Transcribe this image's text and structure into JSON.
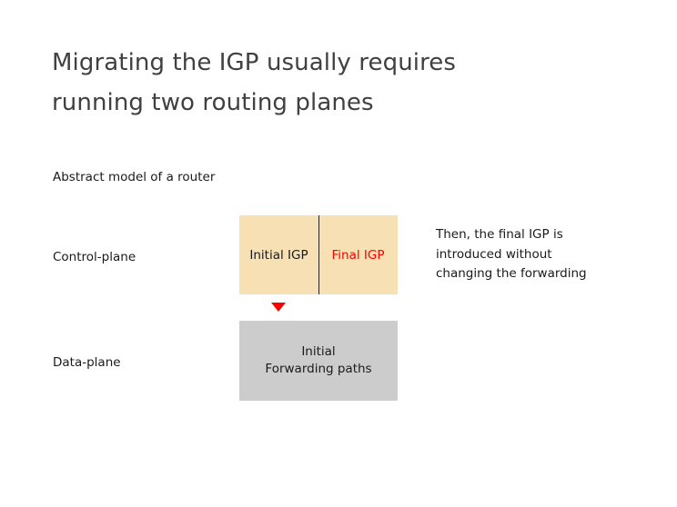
{
  "slide": {
    "background_color": "#ffffff",
    "title": "Migrating the IGP usually requires\nrunning two routing planes",
    "title_color": "#404040",
    "subtitle": "Abstract model of a router"
  },
  "labels": {
    "control_plane": "Control-plane",
    "data_plane": "Data-plane"
  },
  "control_plane_box": {
    "fill_color": "#f7e0b3",
    "divider_color": "#262626",
    "left_text": "Initial IGP",
    "left_text_color": "#1a1a1a",
    "right_text": "Final IGP",
    "right_text_color": "#ff0000"
  },
  "arrow": {
    "shape": "down-triangle",
    "color": "#ff0000"
  },
  "data_plane_box": {
    "fill_color": "#cccccc",
    "text": "Initial\nForwarding paths",
    "text_color": "#1a1a1a"
  },
  "annotation": {
    "text": "Then, the final IGP is\nintroduced without\nchanging the forwarding",
    "color": "#1a1a1a"
  }
}
